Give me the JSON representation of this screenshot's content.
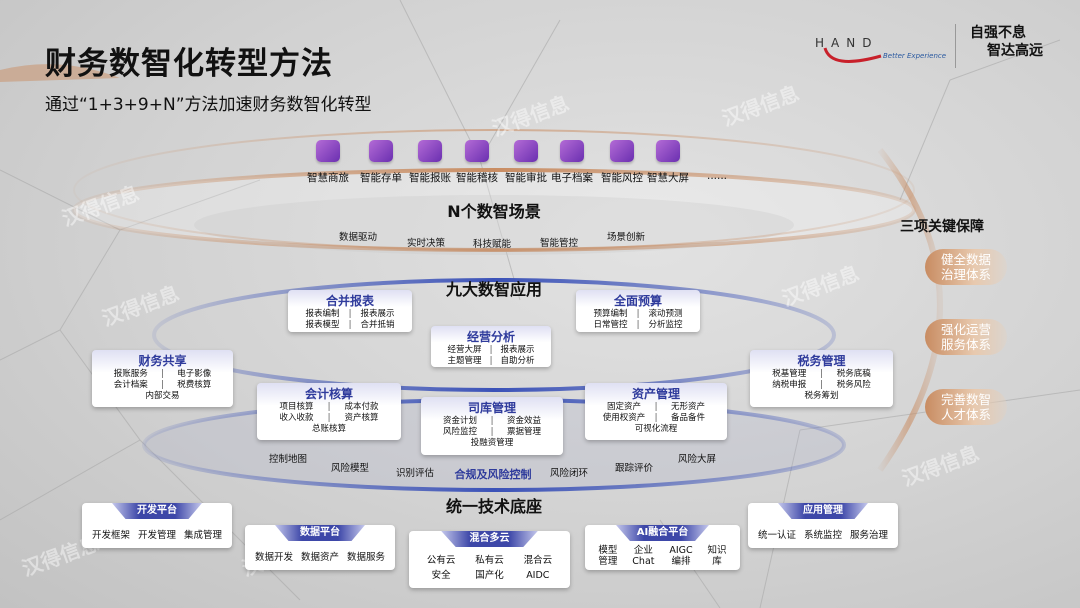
{
  "title": "财务数智化转型方法",
  "subtitle": "通过“1+3+9+N”方法加速财务数智化转型",
  "logo": {
    "brand": "HAND",
    "tagline": "Better Experience",
    "slogan_line1": "自强不息",
    "slogan_line2": "智达高远"
  },
  "watermark": "汉得信息",
  "scenarios": {
    "icons": [
      {
        "label": "智慧商旅",
        "icon": "travel-icon"
      },
      {
        "label": "智能存单",
        "icon": "book-icon"
      },
      {
        "label": "智能报账",
        "icon": "pen-icon"
      },
      {
        "label": "智能稽核",
        "icon": "audit-icon"
      },
      {
        "label": "智能审批",
        "icon": "approval-icon"
      },
      {
        "label": "电子档案",
        "icon": "archive-icon"
      },
      {
        "label": "智能风控",
        "icon": "shield-icon"
      },
      {
        "label": "智慧大屏",
        "icon": "screen-icon"
      },
      {
        "label": "......",
        "icon": ""
      }
    ],
    "heading": "N个数智场景",
    "words": [
      "数据驱动",
      "实时决策",
      "科技赋能",
      "智能管控",
      "场景创新"
    ]
  },
  "apps": {
    "heading": "九大数智应用",
    "cards": [
      {
        "title": "合并报表",
        "items": [
          "报表编制",
          "报表展示",
          "报表模型",
          "合并抵销"
        ],
        "extra": ""
      },
      {
        "title": "全面预算",
        "items": [
          "预算编制",
          "滚动预测",
          "日常管控",
          "分析监控"
        ],
        "extra": ""
      },
      {
        "title": "经营分析",
        "items": [
          "经营大屏",
          "报表展示",
          "主题管理",
          "自助分析"
        ],
        "extra": ""
      },
      {
        "title": "财务共享",
        "items": [
          "报账服务",
          "电子影像",
          "会计档案",
          "税费核算"
        ],
        "extra": "内部交易"
      },
      {
        "title": "税务管理",
        "items": [
          "税基管理",
          "税务底稿",
          "纳税申报",
          "税务风险"
        ],
        "extra": "税务筹划"
      },
      {
        "title": "会计核算",
        "items": [
          "项目核算",
          "成本付款",
          "收入收款",
          "资产核算"
        ],
        "extra": "总账核算"
      },
      {
        "title": "资产管理",
        "items": [
          "固定资产",
          "无形资产",
          "使用权资产",
          "备品备件"
        ],
        "extra": "可视化流程"
      },
      {
        "title": "司库管理",
        "items": [
          "资金计划",
          "资金效益",
          "风险监控",
          "票据管理"
        ],
        "extra": "投融资管理"
      }
    ]
  },
  "risk": {
    "words": [
      "控制地图",
      "风险模型",
      "识别评估",
      "风险闭环",
      "跟踪评价",
      "风险大屏"
    ],
    "heading": "合规及风险控制"
  },
  "base": {
    "heading": "统一技术底座",
    "platforms": [
      {
        "title": "开发平台",
        "items": [
          "开发框架",
          "开发管理",
          "集成管理"
        ]
      },
      {
        "title": "数据平台",
        "items": [
          "数据开发",
          "数据资产",
          "数据服务"
        ]
      },
      {
        "title": "混合多云",
        "items": [
          "公有云",
          "私有云",
          "混合云",
          "安全",
          "国产化",
          "AIDC"
        ]
      },
      {
        "title": "AI融合平台",
        "items": [
          "模型\n管理",
          "企业\nChat",
          "AIGC\n编排",
          "知识\n库"
        ]
      },
      {
        "title": "应用管理",
        "items": [
          "统一认证",
          "系统监控",
          "服务治理"
        ]
      }
    ]
  },
  "guarantees": {
    "heading": "三项关键保障",
    "items": [
      "健全数据\n治理体系",
      "强化运营\n服务体系",
      "完善数智\n人才体系"
    ]
  },
  "colors": {
    "accent": "#2f3b9c",
    "copper": "#c88c62"
  }
}
